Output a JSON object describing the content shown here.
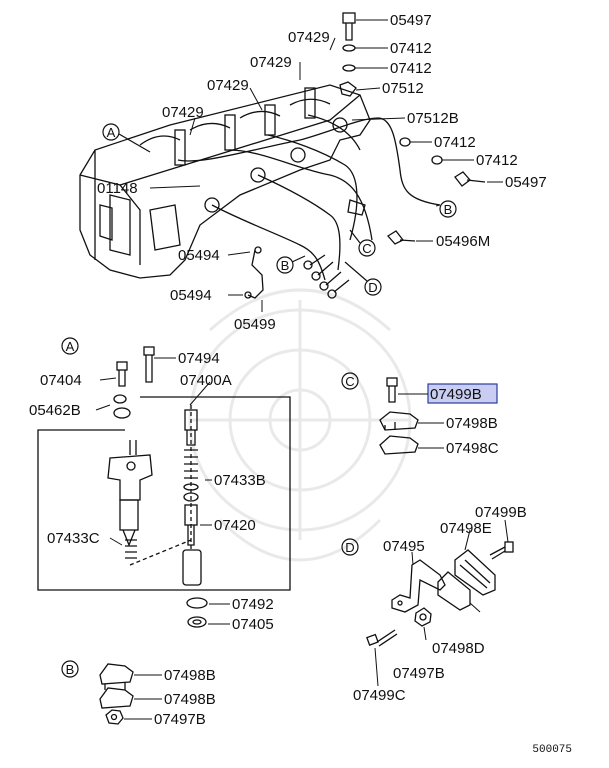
{
  "diagram": {
    "highlight_color": "#c9cdf2",
    "highlight_border": "#2a3c9c",
    "figure_number": "500075",
    "sections": [
      "A",
      "A",
      "B",
      "C",
      "D",
      "C",
      "D",
      "B"
    ],
    "labels": {
      "p05497_top": "05497",
      "p07429_a": "07429",
      "p07412_a": "07412",
      "p07429_b": "07429",
      "p07412_b": "07412",
      "p07429_c": "07429",
      "p07512": "07512",
      "p07429_d": "07429",
      "p07512B": "07512B",
      "p07412_c": "07412",
      "p07412_d": "07412",
      "p01148": "01148",
      "p05497_b": "05497",
      "p05496M": "05496M",
      "p05494_a": "05494",
      "p05494_b": "05494",
      "p05499": "05499",
      "p07494": "07494",
      "p07404": "07404",
      "p07400A": "07400A",
      "p05462B": "05462B",
      "p07433B": "07433B",
      "p07433C": "07433C",
      "p07420": "07420",
      "p07492": "07492",
      "p07405": "07405",
      "p07499B_hl": "07499B",
      "p07498B_c": "07498B",
      "p07498C": "07498C",
      "p07499B_d": "07499B",
      "p07495": "07495",
      "p07498E": "07498E",
      "p07498D": "07498D",
      "p07497B_d": "07497B",
      "p07499C": "07499C",
      "p07498B_b1": "07498B",
      "p07498B_b2": "07498B",
      "p07497B_b": "07497B"
    }
  }
}
